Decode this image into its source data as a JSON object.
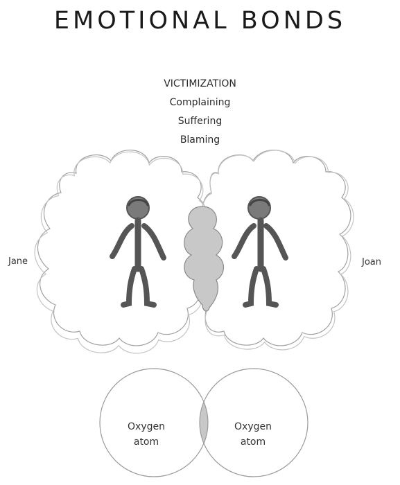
{
  "title": "EMOTIONAL BONDS",
  "bond": {
    "heading": "VICTIMIZATION",
    "traits": [
      "Complaining",
      "Suffering",
      "Blaming"
    ]
  },
  "people": {
    "left": "Jane",
    "right": "Joan"
  },
  "atoms": {
    "left": {
      "line1": "Oxygen",
      "line2": "atom"
    },
    "right": {
      "line1": "Oxygen",
      "line2": "atom"
    }
  },
  "colors": {
    "outline": "#9a9a9a",
    "overlap": "#c8c8c8",
    "figure": "#555555",
    "head": "#7a7a7a"
  }
}
